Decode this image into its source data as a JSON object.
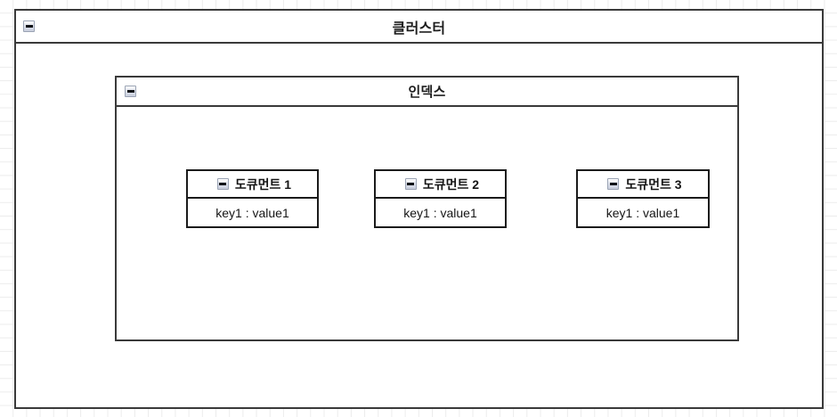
{
  "diagram": {
    "type": "nested-package-diagram",
    "background": "grid-paper",
    "grid_color": "#ececec",
    "border_color": "#3a3a3a",
    "cluster": {
      "title": "클러스터",
      "collapse_icon": "minus-box-icon",
      "index": {
        "title": "인덱스",
        "collapse_icon": "minus-box-icon",
        "documents": [
          {
            "title": "도큐먼트 1",
            "collapse_icon": "minus-box-icon",
            "field": "key1 : value1"
          },
          {
            "title": "도큐먼트 2",
            "collapse_icon": "minus-box-icon",
            "field": "key1 : value1"
          },
          {
            "title": "도큐먼트 3",
            "collapse_icon": "minus-box-icon",
            "field": "key1 : value1"
          }
        ]
      }
    }
  }
}
